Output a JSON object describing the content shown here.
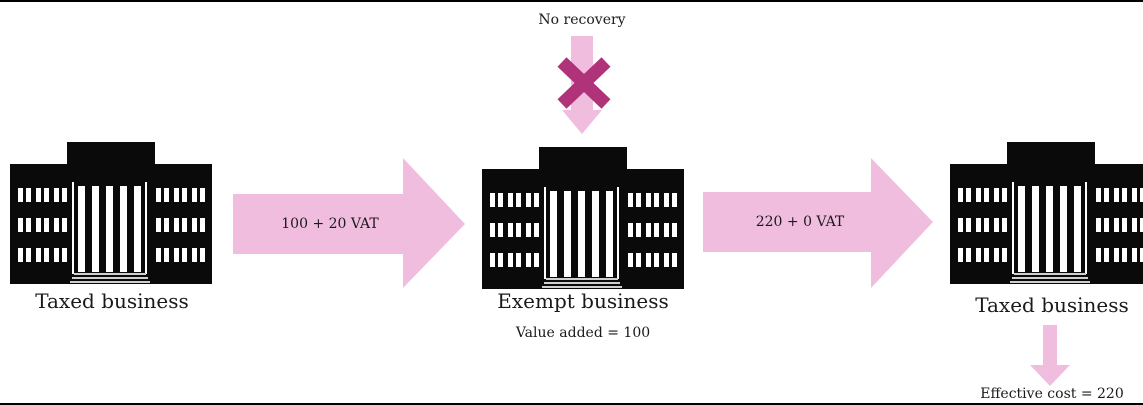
{
  "top_note": "No recovery",
  "entities": [
    {
      "label": "Taxed business",
      "icon": "building-icon"
    },
    {
      "label": "Exempt business",
      "sublabel": "Value added = 100",
      "icon": "building-icon"
    },
    {
      "label": "Taxed business",
      "sublabel": "Effective cost = 220",
      "icon": "building-icon"
    }
  ],
  "flows": [
    {
      "label": "100 + 20 VAT"
    },
    {
      "label": "220 + 0 VAT"
    }
  ],
  "colors": {
    "arrow": "#f0bddf",
    "cross": "#b0337a",
    "building": "#0a0a0a",
    "window": "#ffffff"
  },
  "icons": [
    "building-icon",
    "cross-icon",
    "arrow-right-icon",
    "arrow-down-icon"
  ]
}
